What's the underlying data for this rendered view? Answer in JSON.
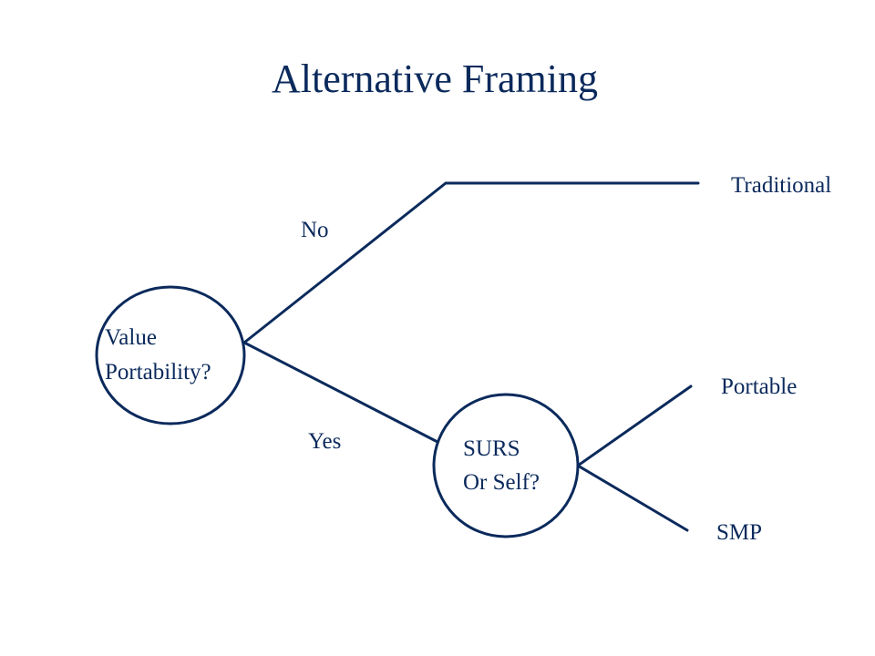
{
  "slide": {
    "title": "Alternative Framing"
  },
  "decision_tree": {
    "root_node": {
      "line1": "Value",
      "line2": "Portability?"
    },
    "branch_no": "No",
    "branch_yes": "Yes",
    "second_node": {
      "line1": "SURS",
      "line2": "Or Self?"
    },
    "outcome_traditional": "Traditional",
    "outcome_portable": "Portable",
    "outcome_smp": "SMP"
  },
  "colors": {
    "ink": "#0b2a5c",
    "background": "#ffffff"
  }
}
